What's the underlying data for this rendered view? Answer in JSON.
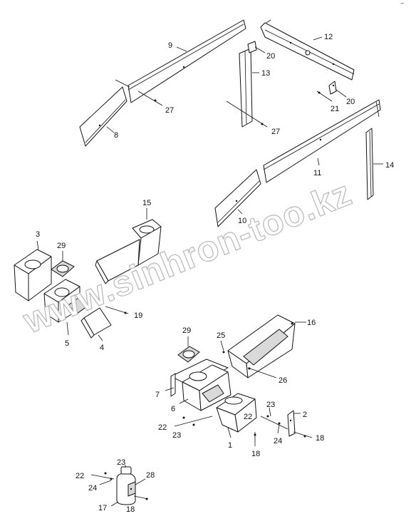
{
  "watermark": "www.sinhron-too.kz",
  "corner_mark": "⁻",
  "callouts": {
    "c1": "1",
    "c2": "2",
    "c3": "3",
    "c4": "4",
    "c5": "5",
    "c6": "6",
    "c7": "7",
    "c8": "8",
    "c9": "9",
    "c10": "10",
    "c11": "11",
    "c12": "12",
    "c13": "13",
    "c14": "14",
    "c15": "15",
    "c16": "16",
    "c17": "17",
    "c18a": "18",
    "c18b": "18",
    "c18c": "18",
    "c19": "19",
    "c20a": "20",
    "c20b": "20",
    "c21": "21",
    "c22a": "22",
    "c22b": "22",
    "c22c": "22",
    "c23a": "23",
    "c23b": "23",
    "c23c": "23",
    "c24a": "24",
    "c24b": "24",
    "c25": "25",
    "c26": "26",
    "c27a": "27",
    "c27b": "27",
    "c28": "28",
    "c29a": "29",
    "c29b": "29"
  }
}
